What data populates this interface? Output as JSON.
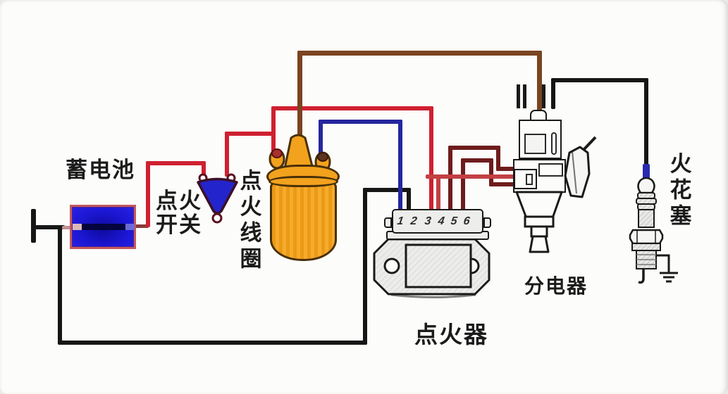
{
  "diagram": {
    "type": "automotive-ignition-system-wiring-diagram",
    "components": {
      "battery": {
        "label": "蓄电池"
      },
      "ignition_switch": {
        "label_line1": "点火",
        "label_line2": "开关"
      },
      "ignition_coil": {
        "label": "点火线圈"
      },
      "igniter": {
        "label": "点火器",
        "terminals": [
          "1",
          "2",
          "3",
          "4",
          "5",
          "6"
        ]
      },
      "distributor": {
        "label": "分电器"
      },
      "spark_plug": {
        "label": "火花塞"
      }
    },
    "wires": [
      {
        "name": "battery-negative-to-chassis-ground",
        "color": "#1a1a1a"
      },
      {
        "name": "ground-bus-to-igniter-terminal-2",
        "color": "#1a1a1a"
      },
      {
        "name": "battery-positive-to-ignition-switch",
        "color": "#cf2030"
      },
      {
        "name": "ignition-switch-to-coil-positive",
        "color": "#cf2030"
      },
      {
        "name": "coil-positive-to-igniter-terminal-3",
        "color": "#cf2030"
      },
      {
        "name": "igniter-terminal-4-to-distributor",
        "color": "#c24043"
      },
      {
        "name": "igniter-terminal-5-to-distributor",
        "color": "#6e1c1c"
      },
      {
        "name": "igniter-terminal-6-to-distributor",
        "color": "#6e1c1c"
      },
      {
        "name": "coil-negative-to-igniter-terminal-1",
        "color": "#26269e"
      },
      {
        "name": "coil-hightension-to-distributor-cap",
        "color": "#7a4420"
      },
      {
        "name": "distributor-cap-to-spark-plug",
        "color": "#1a1a1a"
      }
    ],
    "colors": {
      "battery_fill": "#1d18d6",
      "battery_border": "#c4595c",
      "switch_fill": "#2424cc",
      "coil_fill": "#f2a21d",
      "module_fill": "#ededeb",
      "outline": "#1a1a1a",
      "background": "#fcfcfa"
    }
  }
}
